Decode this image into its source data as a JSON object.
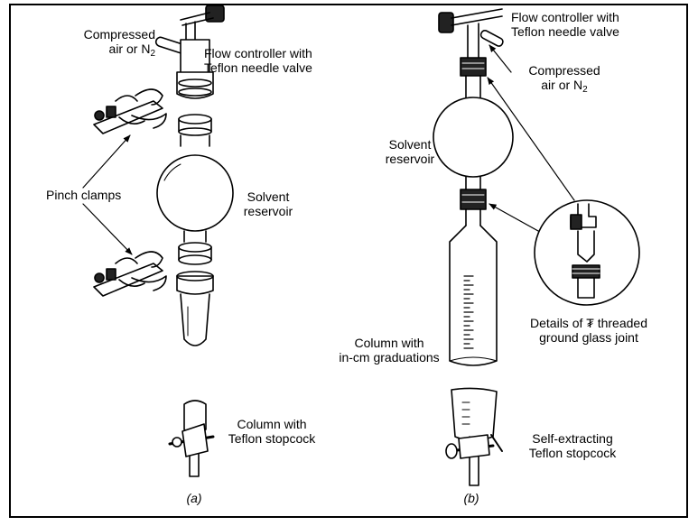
{
  "panels": {
    "a": {
      "caption": "(a)",
      "labels": {
        "compressed_air": "Compressed\nair or N₂",
        "flow_controller": "Flow controller with\nTeflon needle valve",
        "pinch_clamps": "Pinch clamps",
        "solvent_reservoir": "Solvent\nreservoir",
        "column_stopcock": "Column with\nTeflon stopcock"
      }
    },
    "b": {
      "caption": "(b)",
      "labels": {
        "flow_controller": "Flow controller with\nTeflon needle valve",
        "compressed_air": "Compressed\nair or N₂",
        "solvent_reservoir": "Solvent\nreservoir",
        "joint_details": "Details of ₮ threaded\nground glass joint",
        "column_graduations": "Column with\nin-cm graduations",
        "self_extracting": "Self-extracting\nTeflon stopcock"
      }
    }
  }
}
